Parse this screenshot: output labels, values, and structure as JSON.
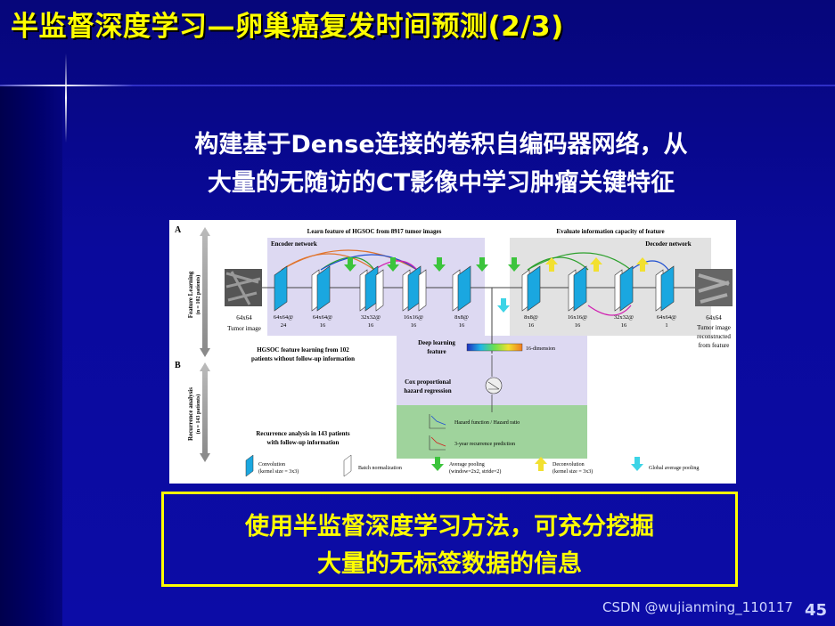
{
  "title": "半监督深度学习—卵巢癌复发时间预测(2/3)",
  "subtitle_lines": [
    "构建基于Dense连接的卷积自编码器网络，从",
    "大量的无随访的CT影像中学习肿瘤关键特征"
  ],
  "figure": {
    "panel_a_label": "A",
    "panel_b_label": "B",
    "side_a_line1": "Feature Learning",
    "side_a_line2": "(n = 102 patients)",
    "side_b_line1": "Recurrence analysis",
    "side_b_line2": "(n = 143 patients)",
    "learn_header": "Learn feature of HGSOC from 8917 tumor images",
    "eval_header": "Evaluate information capacity of feature",
    "encoder_label": "Encoder network",
    "decoder_label": "Decoder network",
    "input_size": "64x64",
    "input_caption": "Tumor image",
    "output_size": "64x64",
    "output_caption": [
      "Tumor image",
      "reconstructed",
      "from feature"
    ],
    "encoder_blocks": [
      {
        "dim": "64x64@",
        "ch": "24"
      },
      {
        "dim": "64x64@",
        "ch": "16"
      },
      {
        "dim": "32x32@",
        "ch": "16"
      },
      {
        "dim": "16x16@",
        "ch": "16"
      },
      {
        "dim": "8x8@",
        "ch": "16"
      }
    ],
    "decoder_blocks": [
      {
        "dim": "8x8@",
        "ch": "16"
      },
      {
        "dim": "16x16@",
        "ch": "16"
      },
      {
        "dim": "32x32@",
        "ch": "16"
      },
      {
        "dim": "64x64@",
        "ch": "1"
      }
    ],
    "hgsoc_note": [
      "HGSOC feature learning from 102",
      "patients without follow-up information"
    ],
    "recurrence_note": [
      "Recurrence analysis in 143 patients",
      "with follow-up information"
    ],
    "deep_feature": [
      "Deep learning",
      "feature"
    ],
    "dimension": "16-dimension",
    "cox": [
      "Cox proportional",
      "hazard regression"
    ],
    "hazard": "Hazard function / Hazard ratio",
    "recurrence_pred": "3-year recurrence prediction",
    "legend": [
      {
        "label": "Convolution",
        "sub": "(kernel size = 3x3)",
        "icon": "blue-slab"
      },
      {
        "label": "Batch normalization",
        "sub": "",
        "icon": "white-slab"
      },
      {
        "label": "Average pooling",
        "sub": "(window=2x2, stride=2)",
        "icon": "green-down-arrow"
      },
      {
        "label": "Deconvolution",
        "sub": "(kernel size = 3x3)",
        "icon": "yellow-up-arrow"
      },
      {
        "label": "Global average pooling",
        "sub": "",
        "icon": "cyan-down-arrow"
      }
    ]
  },
  "callout_lines": [
    "使用半监督深度学习方法，可充分挖掘",
    "大量的无标签数据的信息"
  ],
  "watermark": "CSDN @wujianming_110117",
  "page_number": "45",
  "colors": {
    "background": "#0a0a9c",
    "title": "#ffff00",
    "body_text": "#ffffff",
    "callout_border": "#ffff00"
  }
}
